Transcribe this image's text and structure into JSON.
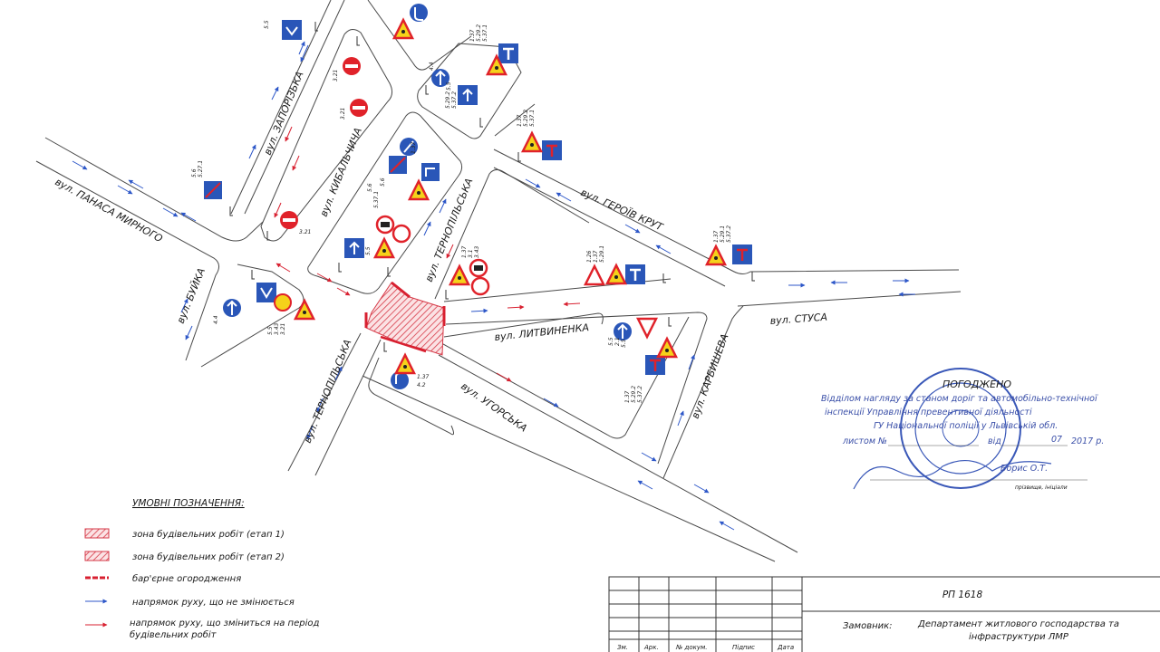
{
  "streets": {
    "panasa_myrnoho": "вул. ПАНАСА МИРНОГО",
    "zaporizka": "вул. ЗАПОРІЗЬКА",
    "kybalchycha": "вул. КИБАЛЬЧИЧА",
    "ternopilska_north": "вул. ТЕРНОПІЛЬСЬКА",
    "heroiv_krut": "вул. ГЕРОЇВ КРУТ",
    "bujka": "вул. БУЙКА",
    "lytvynenka": "вул. ЛИТВИНЕНКА",
    "stusa": "вул. СТУСА",
    "karbysheva": "вул. КАРБИШЕВА",
    "ternopilska_south": "вул. ТЕРНОПІЛЬСЬКА",
    "uhorska": "вул. УГОРСЬКА"
  },
  "sign_codes": [
    "5.5",
    "3.21",
    "3.21",
    "3.21",
    "5.6",
    "5.27.1",
    "4.4",
    "5.5",
    "1.37",
    "5.29.2",
    "5.37.1",
    "1.37",
    "5.29.2",
    "5.37.1",
    "5.6",
    "5.37.1",
    "5.6",
    "5.5",
    "1.37",
    "3.1",
    "3.43",
    "1.37",
    "5.29.1",
    "5.37.2",
    "1.26",
    "1.37",
    "5.29.1",
    "4.4",
    "5.5",
    "3.43",
    "3.21",
    "5.5",
    "1.37",
    "5.29.2",
    "5.37.2",
    "1.37",
    "4.2",
    "5.5",
    "2.1",
    "1.37",
    "5.29.2",
    "5.37.2"
  ],
  "legend": {
    "title": "УМОВНІ ПОЗНАЧЕННЯ:",
    "items": [
      {
        "label": "зона будівельних робіт (етап 1)",
        "color": "#e06470"
      },
      {
        "label": "зона будівельних робіт (етап 2)",
        "color": "#e06470"
      },
      {
        "label": "бар'єрне огородження",
        "color": "#d82030"
      },
      {
        "label": "напрямок руху, що не змінюється",
        "color": "#2c56c8"
      },
      {
        "label": "напрямок руху, що зміниться на період будівельних робіт",
        "color": "#d82030"
      }
    ]
  },
  "approval": {
    "line1": "ПОГОДЖЕНО",
    "line2": "Відділом нагляду за станом доріг та автомобільно-технічної",
    "line3": "інспекції Управління превентивної діяльності",
    "line4": "ГУ Національної поліції у Львівській обл.",
    "line5_prefix": "листом №",
    "line5_from": "від",
    "line5_month": "07",
    "line5_year": "2017 р.",
    "signature": "Борис О.Т.",
    "signature_caption": "прізвище, ініціали"
  },
  "title_block": {
    "code": "РП 1618",
    "customer_label": "Замовник:",
    "customer": "Департамент житлового господарства та інфраструктури ЛМР",
    "headers": [
      "Зм.",
      "Арк.",
      "№ докум.",
      "Підпис",
      "Дата"
    ]
  },
  "colors": {
    "road": "#4a4a4a",
    "arrow_blue": "#2c56c8",
    "arrow_red": "#d82030",
    "sign_red": "#e0222a",
    "sign_blue": "#2a56b8",
    "sign_yellow": "#f5d21a",
    "stamp": "#3a58b8"
  }
}
